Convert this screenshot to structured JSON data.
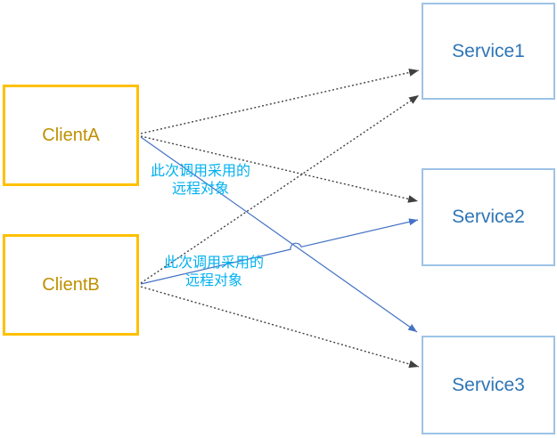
{
  "nodes": {
    "clientA": {
      "label": "ClientA"
    },
    "clientB": {
      "label": "ClientB"
    },
    "service1": {
      "label": "Service1"
    },
    "service2": {
      "label": "Service2"
    },
    "service3": {
      "label": "Service3"
    }
  },
  "annotations": {
    "clientA_remote": {
      "line1": "此次调用采用的",
      "line2": "远程对象"
    },
    "clientB_remote": {
      "line1": "此次调用采用的",
      "line2": "远程对象"
    }
  },
  "edges": [
    {
      "from": "ClientA",
      "to": "Service1",
      "style": "dotted-gray-arrow"
    },
    {
      "from": "ClientA",
      "to": "Service2",
      "style": "dotted-gray-arrow"
    },
    {
      "from": "ClientA",
      "to": "Service3",
      "style": "solid-blue-arrow",
      "meaning": "此次调用采用的远程对象"
    },
    {
      "from": "ClientB",
      "to": "Service1",
      "style": "dotted-gray-arrow"
    },
    {
      "from": "ClientB",
      "to": "Service2",
      "style": "solid-blue-arrow",
      "meaning": "此次调用采用的远程对象"
    },
    {
      "from": "ClientB",
      "to": "Service3",
      "style": "dotted-gray-arrow"
    }
  ],
  "colors": {
    "client_border": "#FFC000",
    "client_text": "#BF9000",
    "service_border": "#9DC3E6",
    "service_text": "#2E75B6",
    "dotted_arrow": "#404040",
    "solid_arrow": "#4472C4",
    "annotation_text": "#00B0F0",
    "background": "#FFFFFF"
  }
}
